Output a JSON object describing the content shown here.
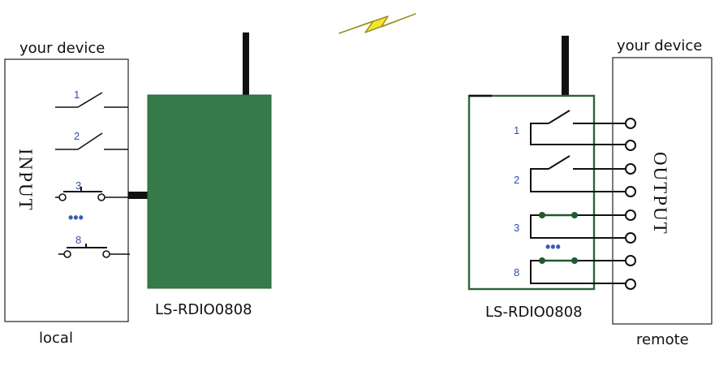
{
  "labels": {
    "your_device_left": "your device",
    "your_device_right": "your device",
    "input": "INPUT",
    "output": "OUTPUT",
    "module_left": "LS-RDIO0808",
    "module_right": "LS-RDIO0808",
    "local": "local",
    "remote": "remote"
  },
  "input_switches": [
    "1",
    "2",
    "3",
    "8"
  ],
  "output_relays": [
    "1",
    "2",
    "3",
    "8"
  ],
  "ellipsis": "•••",
  "colors": {
    "module_fill": "#367a4a",
    "module_border": "#2c6438",
    "contact_green": "#1e5a2e",
    "lightning": "#f5e532",
    "number_blue": "#2f4fa8"
  }
}
